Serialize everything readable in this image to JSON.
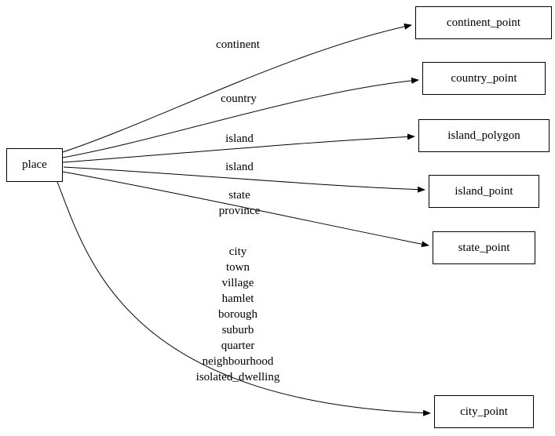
{
  "diagram": {
    "type": "directed-graph",
    "colors": {
      "background": "#ffffff",
      "node_border": "#000000",
      "edge": "#000000",
      "text": "#000000"
    },
    "nodes": [
      {
        "id": "place",
        "label": "place"
      },
      {
        "id": "continent_point",
        "label": "continent_point"
      },
      {
        "id": "country_point",
        "label": "country_point"
      },
      {
        "id": "island_polygon",
        "label": "island_polygon"
      },
      {
        "id": "island_point",
        "label": "island_point"
      },
      {
        "id": "state_point",
        "label": "state_point"
      },
      {
        "id": "city_point",
        "label": "city_point"
      }
    ],
    "edges": [
      {
        "from": "place",
        "to": "continent_point",
        "label": "continent"
      },
      {
        "from": "place",
        "to": "country_point",
        "label": "country"
      },
      {
        "from": "place",
        "to": "island_polygon",
        "label": "island"
      },
      {
        "from": "place",
        "to": "island_point",
        "label": "island"
      },
      {
        "from": "place",
        "to": "state_point",
        "label": "state\nprovince"
      },
      {
        "from": "place",
        "to": "city_point",
        "label": "city\ntown\nvillage\nhamlet\nborough\nsuburb\nquarter\nneighbourhood\nisolated_dwelling"
      }
    ]
  }
}
